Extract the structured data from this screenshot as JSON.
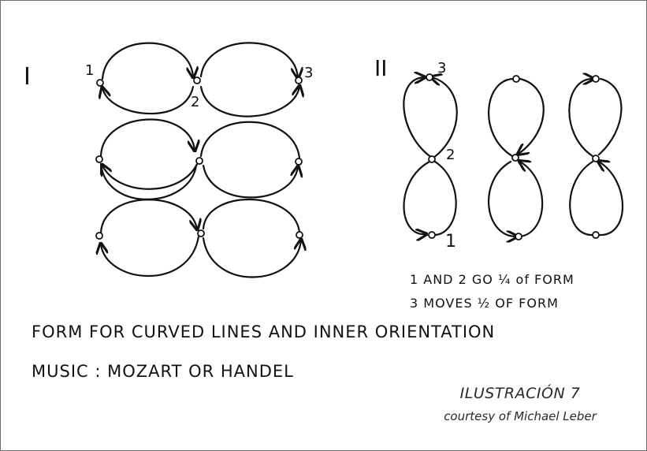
{
  "figure": {
    "part_one_label": "I",
    "part_two_label": "II",
    "part_one_point_labels": [
      "1",
      "2",
      "3"
    ],
    "part_two_point_labels": [
      "3",
      "2",
      "1"
    ],
    "notes": [
      "1 AND 2 GO ¼ of FORM",
      "3 MOVES ½ OF FORM"
    ],
    "heading": "FORM FOR CURVED LINES AND INNER ORIENTATION",
    "music": "MUSIC : MOZART OR HANDEL"
  },
  "caption": {
    "title": "ILUSTRACIÓN 7",
    "credit": "courtesy of Michael Leber"
  },
  "colors": {
    "ink": "#111111",
    "frame": "#6b6b6b",
    "caption": "#2a2a2a"
  }
}
